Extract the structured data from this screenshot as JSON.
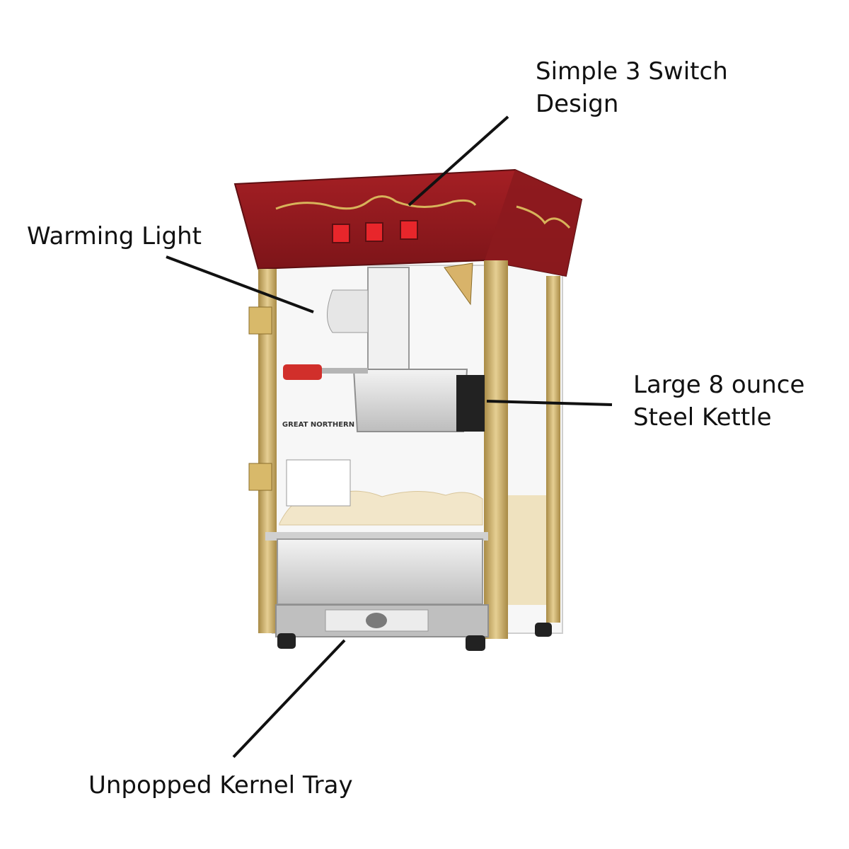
{
  "callouts": {
    "switch_design": {
      "line1": "Simple 3 Switch",
      "line2": "Design"
    },
    "warming_light": "Warming Light",
    "kettle": {
      "line1": "Large 8 ounce",
      "line2": "Steel Kettle"
    },
    "kernel_tray": "Unpopped Kernel Tray"
  },
  "colors": {
    "canopy_red": "#8c1a1e",
    "trim_gold": "#c9a95c",
    "switch_red": "#e8262b",
    "steel": "#d9d9d9",
    "popcorn": "#f2e6c9",
    "leader_line": "#111111"
  },
  "product_logo_text": "GREAT NORTHERN"
}
